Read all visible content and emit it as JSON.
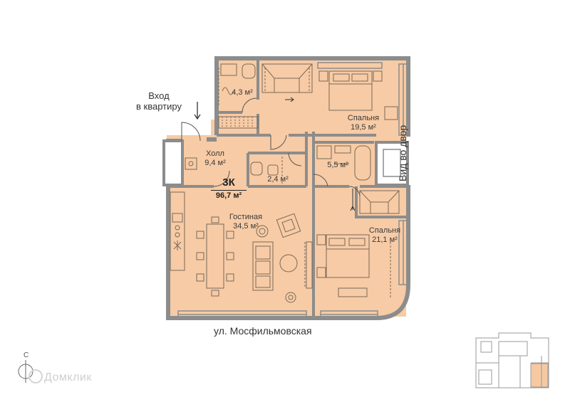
{
  "entrance_label": "Вход\nв квартиру",
  "street_label": "ул. Мосфильмовская",
  "view_label": "Вид во двор",
  "apartment": {
    "type": "3К",
    "area": "96,7 м²"
  },
  "rooms": [
    {
      "id": "bath1",
      "name": "",
      "area": "4,3 м²"
    },
    {
      "id": "bedroom1",
      "name": "Спальня",
      "area": "19,5 м²"
    },
    {
      "id": "hall",
      "name": "Холл",
      "area": "9,4 м²"
    },
    {
      "id": "bath2",
      "name": "",
      "area": "2,4 м²"
    },
    {
      "id": "bath3",
      "name": "",
      "area": "5,5 м²"
    },
    {
      "id": "living",
      "name": "Гостиная",
      "area": "34,5 м²"
    },
    {
      "id": "bedroom2",
      "name": "Спальня",
      "area": "21,1 м²"
    }
  ],
  "compass_label": "С",
  "watermark": "Домклик",
  "colors": {
    "floor": "#f6c9a2",
    "wall": "#8e8e8e",
    "furniture": "#7a6a5a",
    "highlight": "#f6c9a2"
  }
}
